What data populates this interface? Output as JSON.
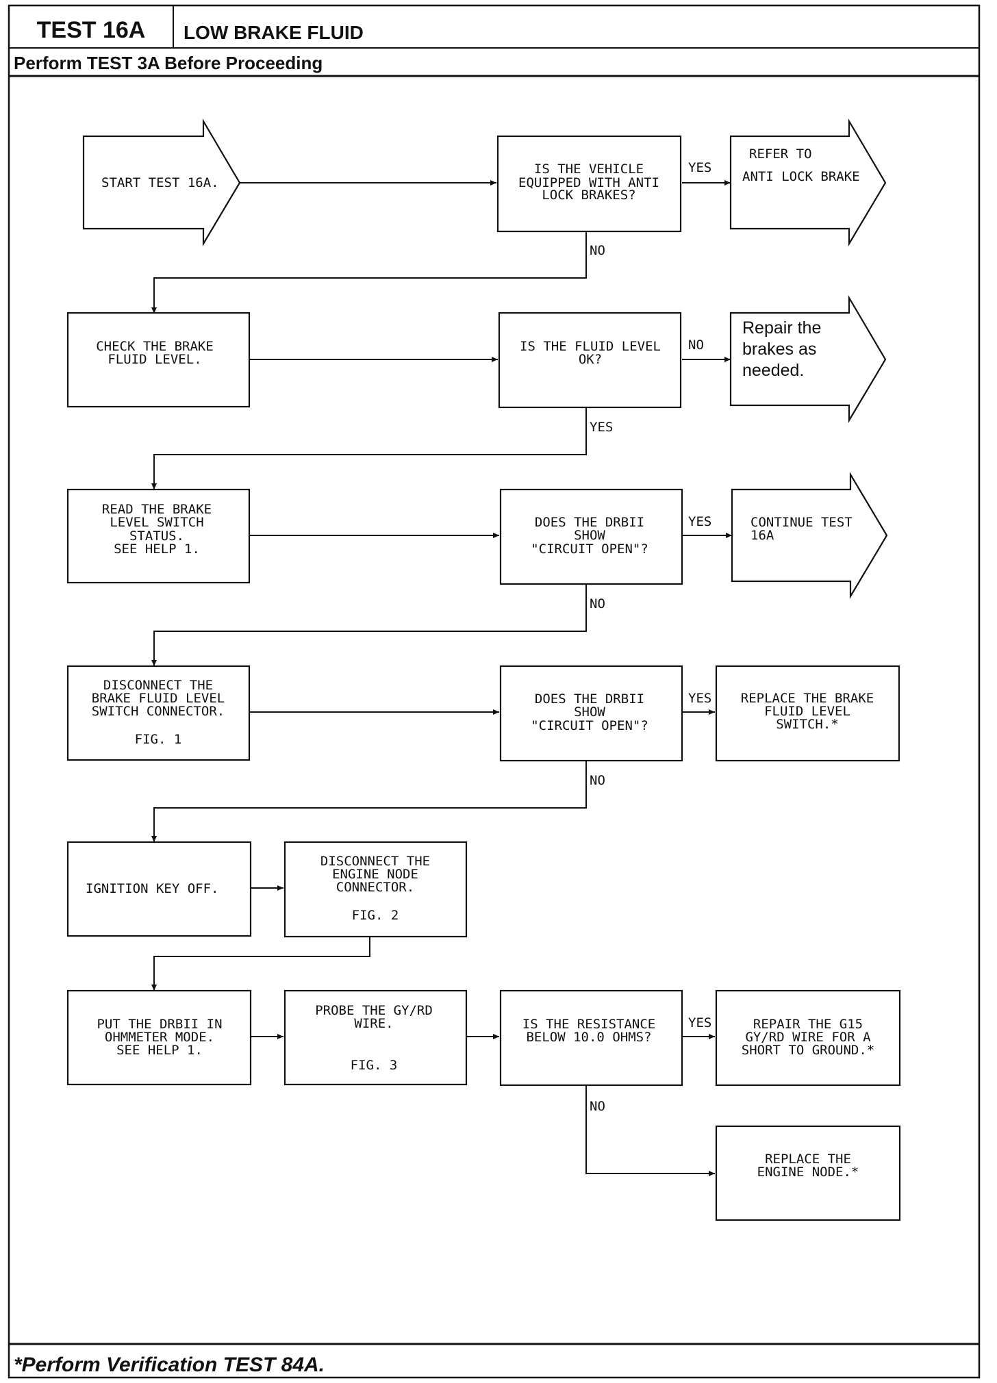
{
  "header": {
    "test_id": "TEST 16A",
    "title": "LOW BRAKE FLUID",
    "subtitle": "Perform TEST 3A Before Proceeding"
  },
  "footer": {
    "note": "*Perform Verification TEST 84A."
  },
  "nodes": {
    "start": [
      "START TEST 16A."
    ],
    "q_abs": [
      "IS THE VEHICLE",
      "EQUIPPED WITH ANTI",
      "LOCK BRAKES?"
    ],
    "refer_abs": [
      "REFER TO",
      "ANTI LOCK BRAKE"
    ],
    "check_level": [
      "CHECK THE BRAKE",
      "FLUID LEVEL."
    ],
    "q_level": [
      "IS THE FLUID LEVEL",
      "OK?"
    ],
    "repair_brakes": [
      "Repair the",
      "brakes as",
      "needed."
    ],
    "read_switch": [
      "READ THE BRAKE",
      "LEVEL SWITCH",
      "STATUS.",
      "SEE HELP 1."
    ],
    "q_open1": [
      "DOES THE DRBII",
      "SHOW",
      "\"CIRCUIT OPEN\"?"
    ],
    "continue": [
      "CONTINUE TEST",
      "16A"
    ],
    "disconnect_switch": [
      "DISCONNECT THE",
      "BRAKE FLUID LEVEL",
      "SWITCH CONNECTOR.",
      "",
      "FIG. 1"
    ],
    "q_open2": [
      "DOES THE DRBII",
      "SHOW",
      "\"CIRCUIT OPEN\"?"
    ],
    "replace_switch": [
      "REPLACE THE BRAKE",
      "FLUID LEVEL",
      "SWITCH.*"
    ],
    "ignition_off": [
      "IGNITION KEY OFF."
    ],
    "disconnect_node": [
      "DISCONNECT THE",
      "ENGINE NODE",
      "CONNECTOR.",
      "",
      "FIG. 2"
    ],
    "ohmmeter": [
      "PUT THE DRBII IN",
      "OHMMETER MODE.",
      "SEE HELP 1."
    ],
    "probe": [
      "PROBE THE GY/RD",
      "WIRE.",
      "",
      "",
      "FIG. 3"
    ],
    "q_resistance": [
      "IS THE RESISTANCE",
      "BELOW 10.0 OHMS?"
    ],
    "repair_wire": [
      "REPAIR THE G15",
      "GY/RD WIRE FOR A",
      "SHORT TO GROUND.*"
    ],
    "replace_node": [
      "REPLACE THE",
      "ENGINE NODE.*"
    ]
  },
  "edge_labels": {
    "abs_yes": "YES",
    "abs_no": "NO",
    "level_no": "NO",
    "level_yes": "YES",
    "open1_yes": "YES",
    "open1_no": "NO",
    "open2_yes": "YES",
    "open2_no": "NO",
    "res_yes": "YES",
    "res_no": "NO"
  }
}
